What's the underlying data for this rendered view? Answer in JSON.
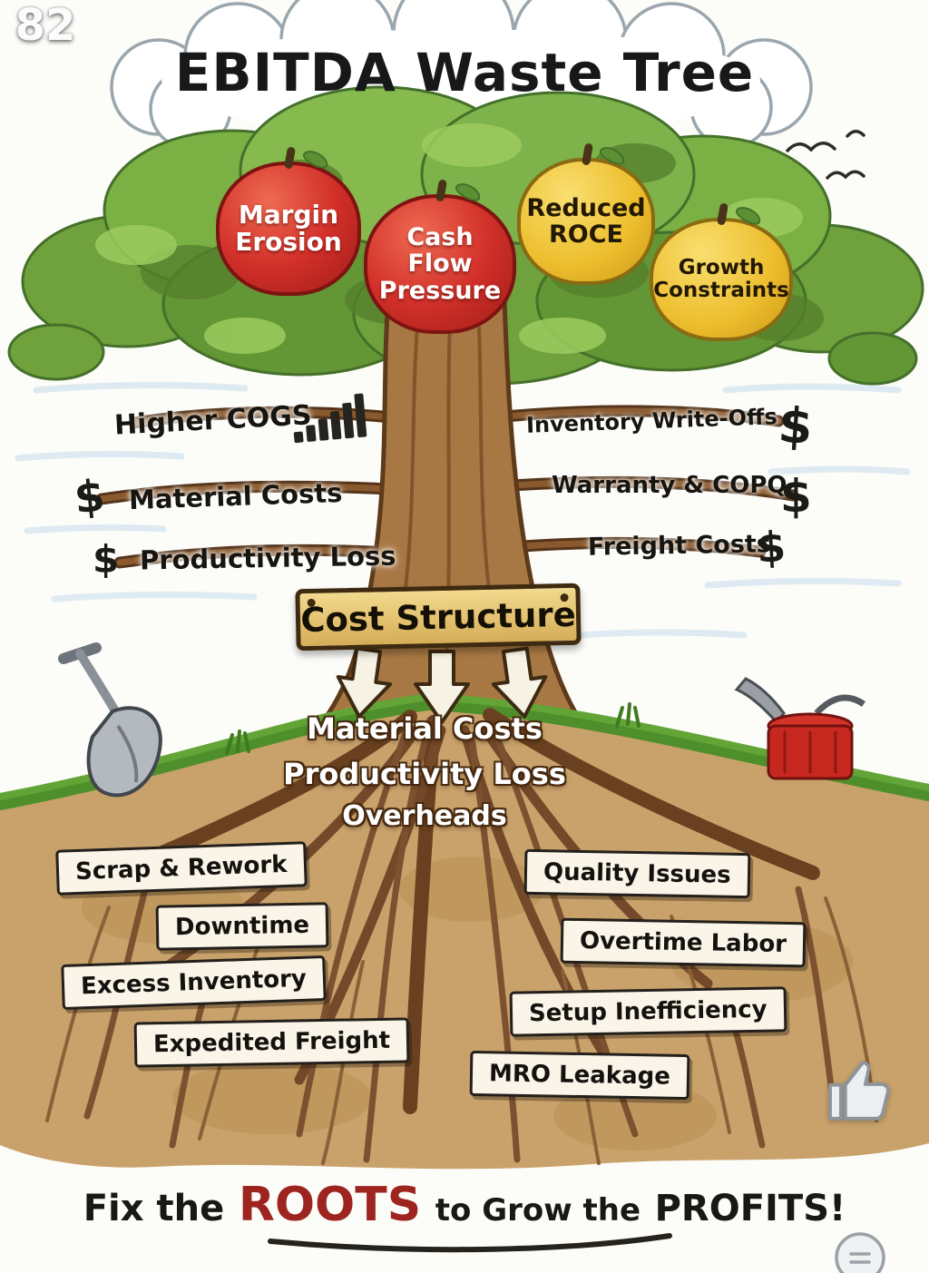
{
  "title": "EBITDA Waste Tree",
  "apples": [
    {
      "label": "Margin Erosion"
    },
    {
      "label": "Cash Flow Pressure"
    },
    {
      "label": "Reduced ROCE"
    },
    {
      "label": "Growth Constraints"
    }
  ],
  "branches_left": [
    {
      "label": "Higher COGS"
    },
    {
      "label": "Material Costs"
    },
    {
      "label": "Productivity Loss"
    }
  ],
  "branches_right": [
    {
      "label": "Inventory Write-Offs"
    },
    {
      "label": "Warranty & COPQ"
    },
    {
      "label": "Freight Costs"
    }
  ],
  "dollar_sign": "$",
  "trunk_sign_label": "Cost Structure",
  "underground_flows": [
    "Material Costs",
    "Productivity Loss",
    "Overheads"
  ],
  "roots_left": [
    {
      "label": "Scrap & Rework"
    },
    {
      "label": "Downtime"
    },
    {
      "label": "Excess Inventory"
    },
    {
      "label": "Expedited Freight"
    }
  ],
  "roots_right": [
    {
      "label": "Quality Issues"
    },
    {
      "label": "Overtime Labor"
    },
    {
      "label": "Setup Inefficiency"
    },
    {
      "label": "MRO Leakage"
    }
  ],
  "tagline": {
    "part1": "Fix the",
    "highlight": "ROOTS",
    "part2": "to Grow the",
    "part3": "PROFITS!"
  },
  "social": {
    "like_count": "82"
  },
  "colors": {
    "apple_red": "#c8271f",
    "apple_yellow": "#eec02d",
    "foliage_green": "#76a83f",
    "trunk_brown": "#a87844",
    "soil_tan": "#c9a26b",
    "tagline_red": "#9e2420"
  }
}
